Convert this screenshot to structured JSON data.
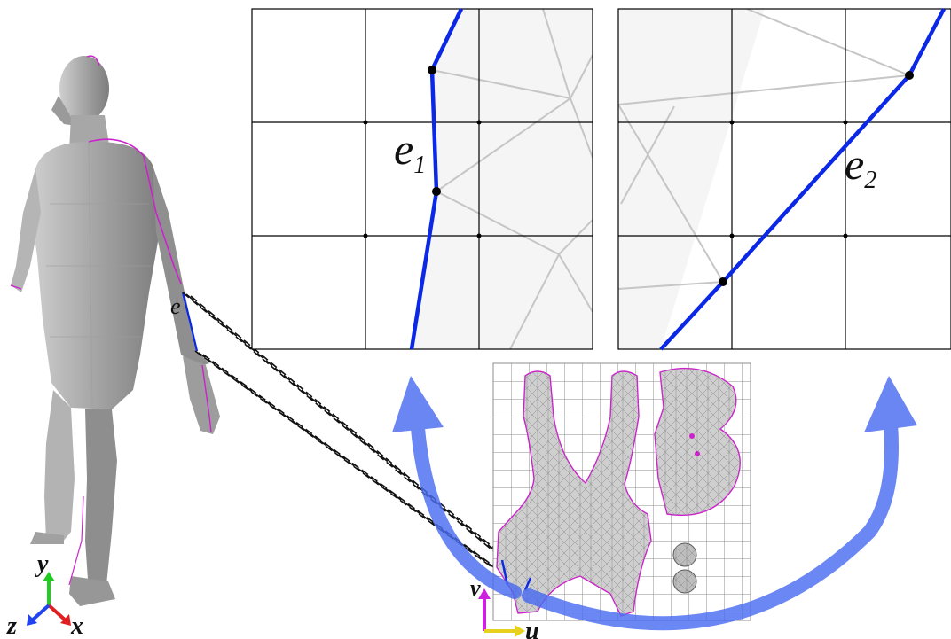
{
  "figure": {
    "edge_label_3d": "e",
    "panels": [
      {
        "edge_label_main": "e",
        "edge_label_sub": "1"
      },
      {
        "edge_label_main": "e",
        "edge_label_sub": "2"
      }
    ],
    "axes_3d": {
      "y": "y",
      "z": "z",
      "x": "x"
    },
    "axes_uv": {
      "u": "u",
      "v": "v"
    }
  },
  "colors": {
    "edge_blue": "#0a28e6",
    "arrow_blue": "#4a6cf0",
    "seam_magenta": "#cc22cc",
    "mesh_gray": "#a8a8a8",
    "grid_black": "#000000",
    "axis_y_green": "#22cc22",
    "axis_x_red": "#e02020",
    "axis_z_blue": "#2244ee",
    "axis_v_magenta": "#cc22dd",
    "axis_u_yellow": "#e6d21e"
  },
  "icons": [
    "human-mesh-model",
    "uv-atlas",
    "grid-zoom-panel",
    "curved-arrow"
  ]
}
